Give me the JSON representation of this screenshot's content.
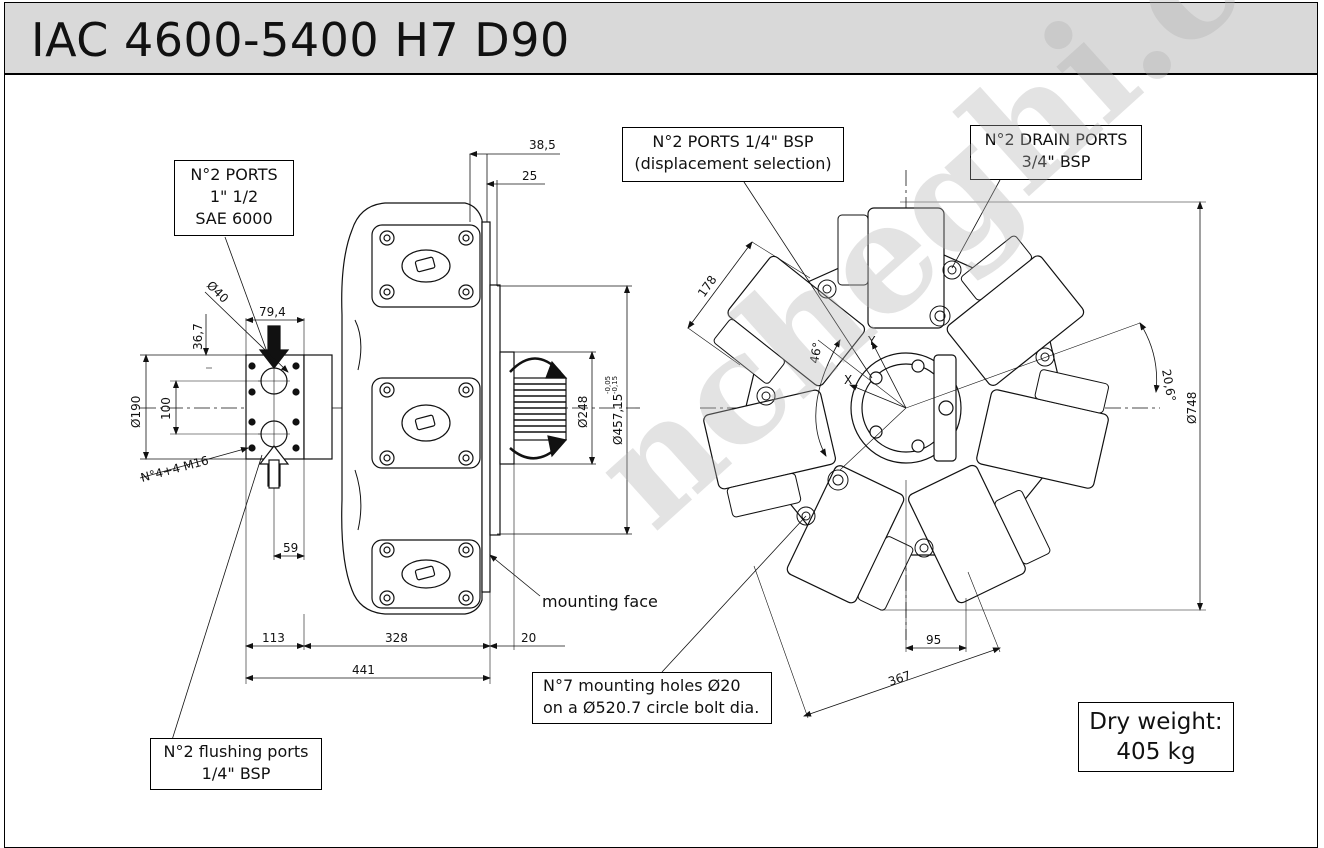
{
  "header": {
    "title": "IAC 4600-5400 H7 D90"
  },
  "labels": {
    "ports_main": [
      "N°2 PORTS",
      "1\" 1/2",
      "SAE 6000"
    ],
    "ports_displacement": [
      "N°2 PORTS 1/4\" BSP",
      "(displacement selection)"
    ],
    "drain_ports": [
      "N°2 DRAIN PORTS",
      "3/4\" BSP"
    ],
    "mounting_face": "mounting face",
    "mounting_holes": [
      "N°7 mounting holes Ø20",
      "on a Ø520.7 circle bolt dia."
    ],
    "flushing_ports": [
      "N°2 flushing ports",
      "1/4\" BSP"
    ]
  },
  "dimensions": {
    "d38_5": "38,5",
    "d25": "25",
    "d40": "Ø40",
    "d79_4": "79,4",
    "d36_7": "36,7",
    "d190": "Ø190",
    "d100": "100",
    "m16": "N°4+4 M16",
    "d59": "59",
    "d248": "Ø248",
    "d457": "Ø457,15",
    "d457_tol_up": "-0,05",
    "d457_tol_down": "-0,15",
    "d113": "113",
    "d328": "328",
    "d20": "20",
    "d441": "441",
    "d178": "178",
    "a46": "46°",
    "axis_x": "X",
    "axis_y": "Y",
    "a20_6": "20,6°",
    "d748": "Ø748",
    "d95": "95",
    "d367": "367"
  },
  "weight": {
    "label": "Dry weight:",
    "value": "405 kg"
  },
  "watermark": "ncheghi.com",
  "colors": {
    "header_bg": "#d9d9d9",
    "line": "#111111",
    "watermark": "#b0b0b0"
  }
}
